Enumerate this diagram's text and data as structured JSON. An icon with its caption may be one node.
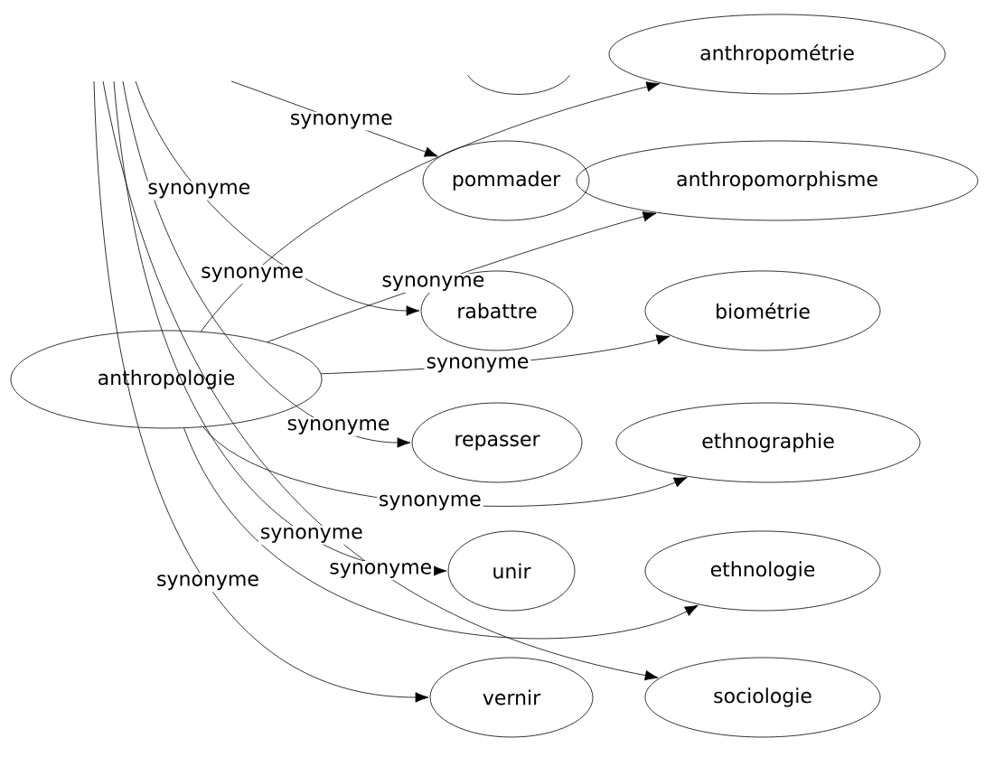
{
  "diagram": {
    "nodes": [
      {
        "text": [
          "anthropologie"
        ]
      },
      {
        "text": [
          "anthropométrie"
        ]
      },
      {
        "text": [
          "pommader"
        ]
      },
      {
        "text": [
          "anthropomorphisme"
        ]
      },
      {
        "text": [
          "rabattre"
        ]
      },
      {
        "text": [
          "biométrie"
        ]
      },
      {
        "text": [
          "repasser"
        ]
      },
      {
        "text": [
          "ethnographie"
        ]
      },
      {
        "text": [
          "unir"
        ]
      },
      {
        "text": [
          "ethnologie"
        ]
      },
      {
        "text": [
          "vernir"
        ]
      },
      {
        "text": [
          "sociologie"
        ]
      },
      {
        "text": [],
        "shape": "ellipse"
      }
    ],
    "edges": [
      {
        "from": 0,
        "to": 1,
        "arrow": "to",
        "label": "synonyme"
      },
      {
        "from": 0,
        "to": 3,
        "arrow": "to",
        "label": "synonyme"
      },
      {
        "from": 0,
        "to": 5,
        "arrow": "to",
        "label": "synonyme"
      },
      {
        "from": 0,
        "to": 7,
        "arrow": "to",
        "label": "synonyme"
      },
      {
        "from": 0,
        "to": 9,
        "arrow": "to"
      },
      {
        "from": null,
        "to": 2,
        "arrow": "to",
        "label": "synonyme"
      },
      {
        "from": null,
        "to": 4,
        "arrow": "to",
        "label": "synonyme"
      },
      {
        "from": null,
        "to": 6,
        "arrow": "to",
        "label": "synonyme"
      },
      {
        "from": null,
        "to": 8,
        "arrow": "to",
        "label": "synonyme"
      },
      {
        "from": null,
        "to": 10,
        "arrow": "to",
        "label": "synonyme"
      },
      {
        "from": null,
        "to": 11,
        "arrow": "to",
        "label": "synonyme"
      }
    ]
  }
}
